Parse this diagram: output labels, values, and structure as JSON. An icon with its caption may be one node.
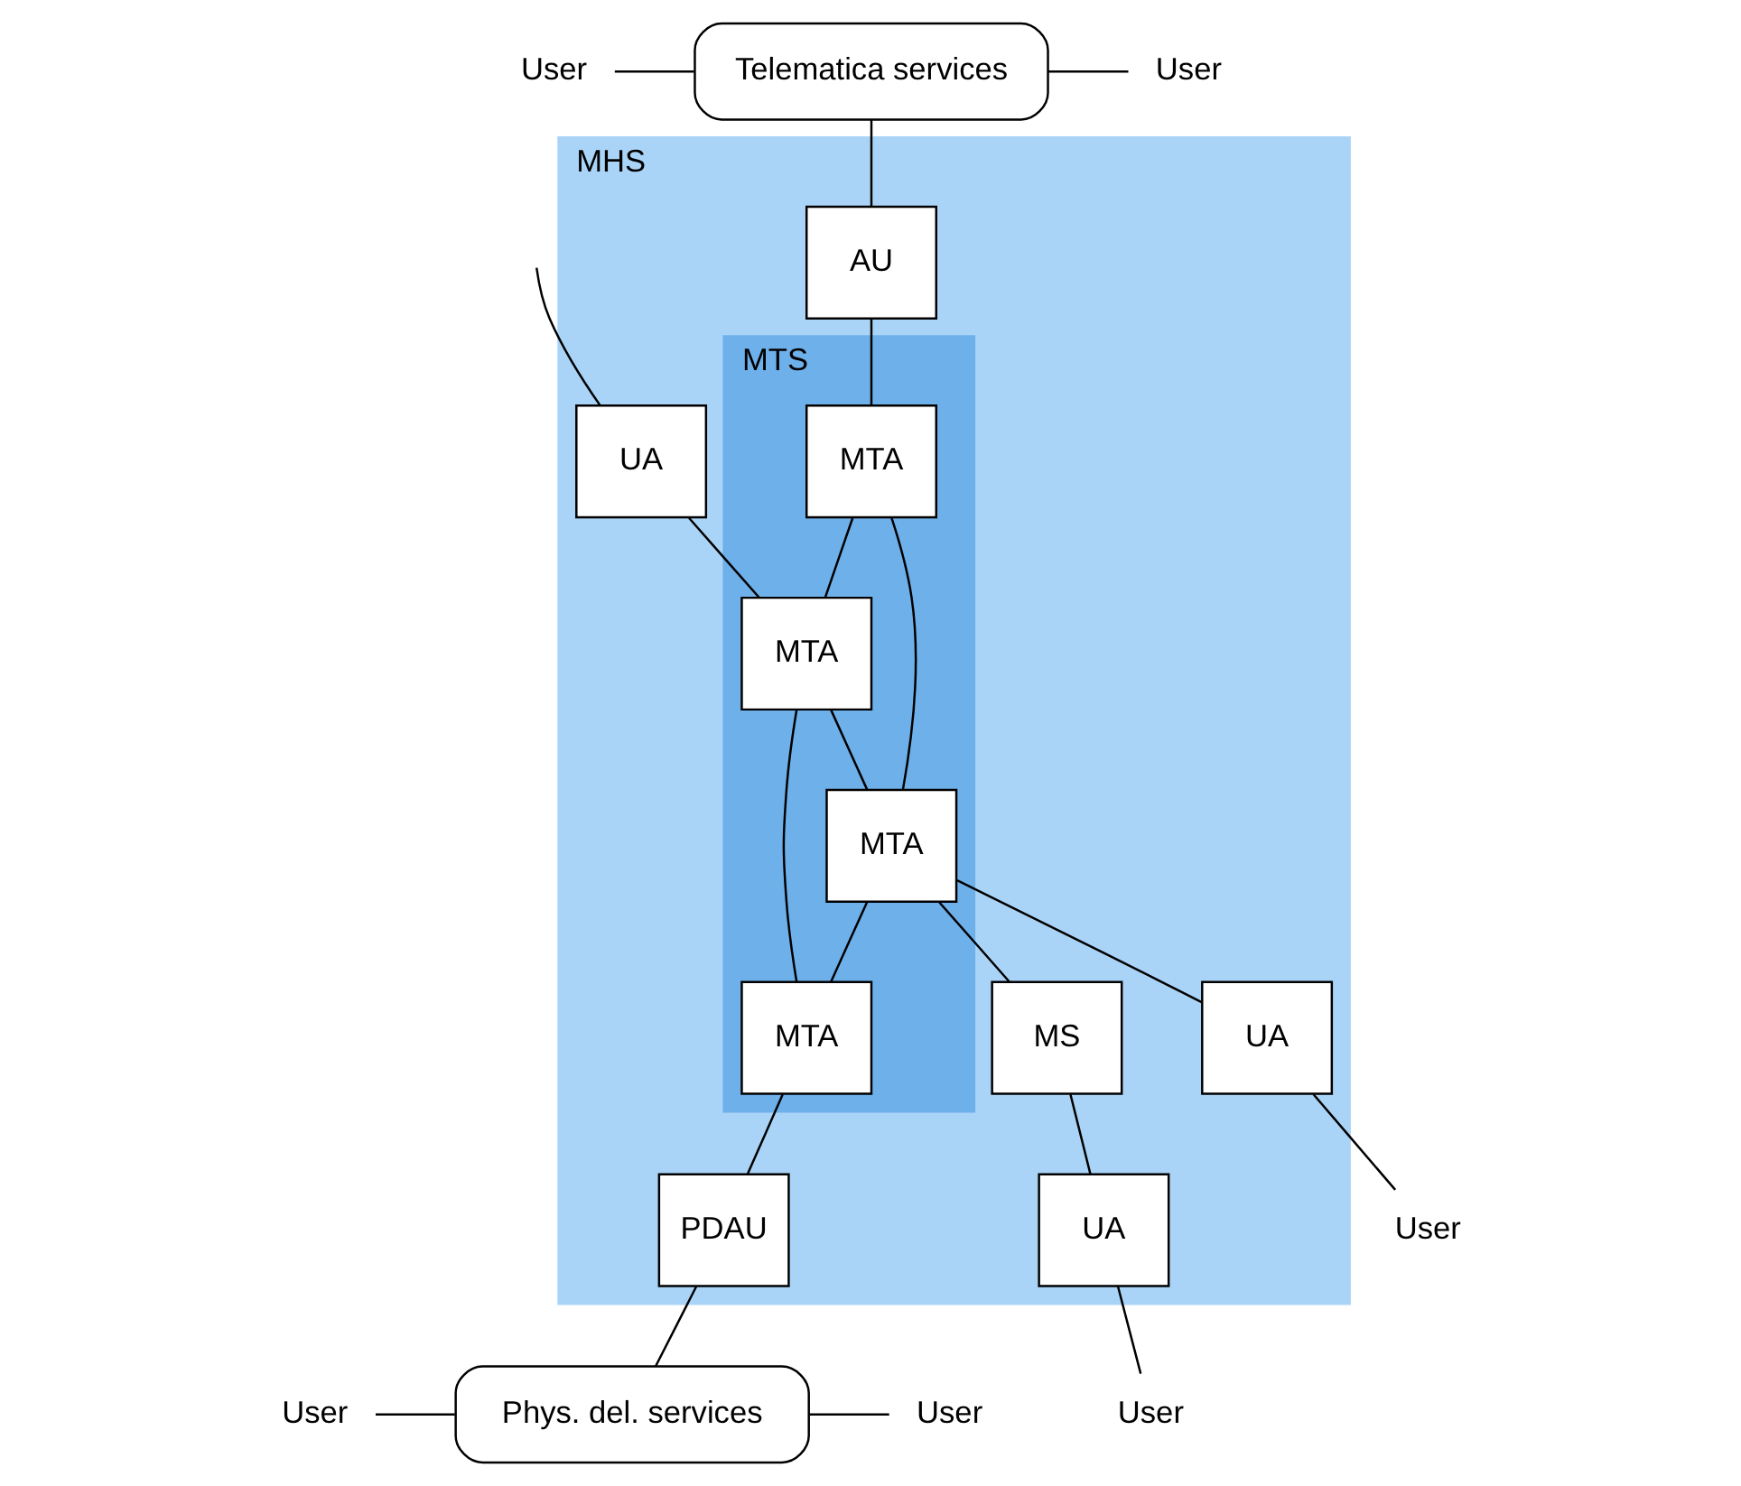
{
  "diagram": {
    "nodes": [
      {
        "text": [
          "MHS"
        ]
      },
      {
        "text": [
          "Telematica services"
        ]
      },
      {
        "text": [
          "AU"
        ],
        "in": 0
      },
      {
        "text": [
          "MTS"
        ],
        "in": 0
      },
      {
        "text": [
          "MTA"
        ],
        "in": 3
      },
      {
        "text": [
          "UA"
        ],
        "in": 0
      },
      {
        "text": [
          "MTA"
        ],
        "in": 3
      },
      {
        "text": [
          "MTA"
        ],
        "in": 3
      },
      {
        "text": [
          "UA"
        ],
        "in": 0
      },
      {
        "text": [
          "MTA"
        ],
        "in": 3
      },
      {
        "text": [
          "MS"
        ],
        "in": 0
      },
      {
        "text": [
          "PDAU"
        ],
        "in": 0
      },
      {
        "text": [
          "UA"
        ],
        "in": 0
      },
      {
        "text": [
          "Phys. del. services"
        ]
      },
      {
        "text": [
          "User"
        ]
      },
      {
        "text": [
          "User"
        ]
      },
      {
        "text": [
          "User"
        ]
      },
      {
        "text": [
          "User"
        ]
      },
      {
        "text": [
          "User"
        ]
      },
      {
        "text": [
          "User"
        ]
      }
    ],
    "edges": [
      {
        "from": 14,
        "to": 1,
        "arrow": "none"
      },
      {
        "from": 1,
        "to": 15,
        "arrow": "none"
      },
      {
        "from": 1,
        "to": 2,
        "arrow": "none"
      },
      {
        "from": 2,
        "to": 4,
        "arrow": "none"
      },
      {
        "from": 4,
        "to": 6,
        "arrow": "none"
      },
      {
        "from": 4,
        "to": 7,
        "arrow": "none"
      },
      {
        "from": 6,
        "to": 7,
        "arrow": "none"
      },
      {
        "from": 6,
        "to": 9,
        "arrow": "none"
      },
      {
        "from": 7,
        "to": 9,
        "arrow": "none"
      },
      {
        "from": null,
        "to": 5,
        "arrow": "none"
      },
      {
        "from": 5,
        "to": 6,
        "arrow": "none"
      },
      {
        "from": 7,
        "to": 8,
        "arrow": "none"
      },
      {
        "from": 8,
        "to": 16,
        "arrow": "none"
      },
      {
        "from": 7,
        "to": 10,
        "arrow": "none"
      },
      {
        "from": 10,
        "to": 12,
        "arrow": "none"
      },
      {
        "from": 12,
        "to": 17,
        "arrow": "none"
      },
      {
        "from": 9,
        "to": 11,
        "arrow": "none"
      },
      {
        "from": 11,
        "to": 13,
        "arrow": "none"
      },
      {
        "from": 18,
        "to": 13,
        "arrow": "none"
      },
      {
        "from": 13,
        "to": 19,
        "arrow": "none"
      }
    ]
  }
}
